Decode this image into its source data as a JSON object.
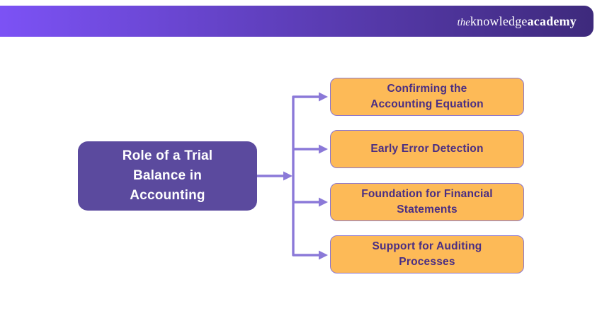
{
  "theme": {
    "page-bg": "#ffffff",
    "header-grad-start": "#7c52f5",
    "header-grad-end": "#3e2a7c",
    "logo-text": "#ffffff",
    "root-box-bg": "#5b4a9e",
    "root-box-text": "#ffffff",
    "item-box-bg": "#fdba57",
    "item-box-border": "#8a76cf",
    "item-box-text": "#4a2e83",
    "connector": "#8b79d8"
  },
  "header": {
    "logo": {
      "the": "the",
      "knowledge": "knowledge",
      "academy": "academy"
    }
  },
  "diagram": {
    "root": {
      "label": "Role of a Trial\nBalance in\nAccounting"
    },
    "items": [
      {
        "label": "Confirming the\nAccounting Equation"
      },
      {
        "label": "Early Error Detection"
      },
      {
        "label": "Foundation for Financial\nStatements"
      },
      {
        "label": "Support for Auditing\nProcesses"
      }
    ]
  }
}
